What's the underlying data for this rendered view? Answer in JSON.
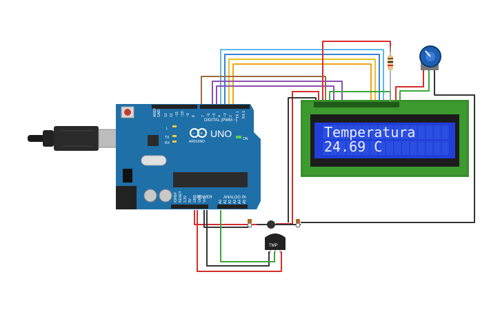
{
  "board": {
    "brand": "ARDUINO",
    "model": "UNO",
    "digital_label": "DIGITAL (PWM ~)",
    "power_label": "POWER",
    "analog_label": "ANALOG IN",
    "tx_label": "TX",
    "rx_label": "RX",
    "l_label": "L",
    "on_label": "ON",
    "top_pins": [
      "AREF",
      "GND",
      "13",
      "12",
      "~11",
      "~10",
      "~9",
      "8",
      "7",
      "~6",
      "~5",
      "4",
      "~3",
      "2",
      "TX 1",
      "RX 0"
    ],
    "power_pins": [
      "IOREF",
      "RESET",
      "3.3V",
      "5V",
      "GND",
      "GND",
      "Vin"
    ],
    "analog_pins": [
      "A0",
      "A1",
      "A2",
      "A3",
      "A4",
      "A5"
    ]
  },
  "lcd": {
    "line1": "Temperatura",
    "line2": "24.69 C",
    "backlight_color": "#1f3fd6",
    "pcb_color": "#3c9a2f"
  },
  "sensor": {
    "label": "TMP"
  },
  "colors": {
    "wire_red": "#d62b2b",
    "wire_black": "#333333",
    "wire_green": "#3aa63a",
    "wire_brown": "#9b6b3e",
    "wire_purple": "#8a4fb0",
    "wire_orange": "#f0a21a",
    "wire_yellow": "#e8c21c",
    "wire_blue": "#3a7fd0",
    "wire_lightblue": "#5bb7e8",
    "board_blue": "#1f6fa8"
  },
  "icons": [
    "usb-plug-icon",
    "potentiometer-icon",
    "resistor-icon",
    "reset-button-icon"
  ]
}
